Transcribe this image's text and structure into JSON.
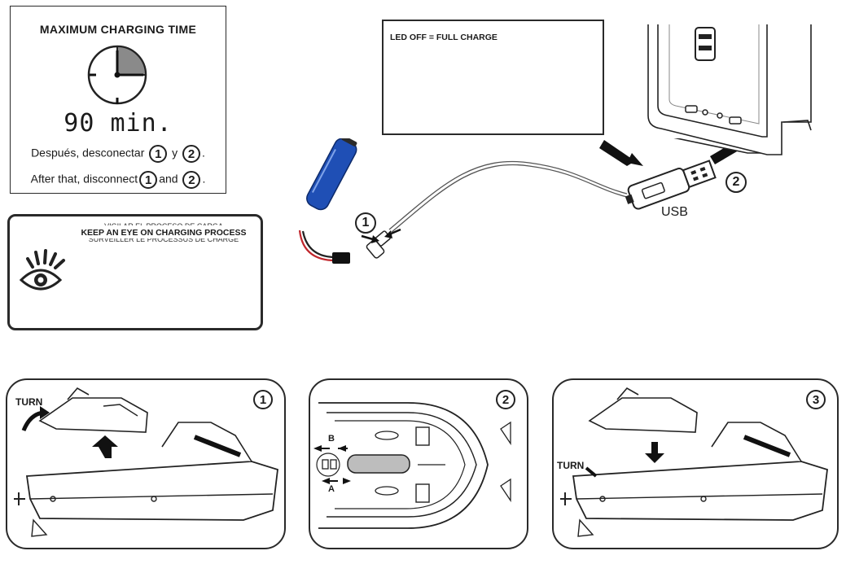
{
  "charging_box": {
    "title": "MAXIMUM CHARGING TIME",
    "time": "90 min.",
    "es_before": "Después, desconectar",
    "es_mid": "y",
    "es_end": ".",
    "en_before": "After that, disconnect",
    "en_mid": "and",
    "en_end": ".",
    "step1": "1",
    "step2": "2"
  },
  "watch_box": {
    "line_top": "VIGILAR EL PROCESO DE CARGA",
    "line_main": "KEEP AN EYE ON CHARGING PROCESS",
    "line_bottom": "SURVEILLER LE PROCESSUS DE CHARGE",
    "icon": "eye-icon"
  },
  "led_box": {
    "label": "LED OFF = FULL CHARGE"
  },
  "charger": {
    "step1": "1",
    "step2": "2",
    "usb_label": "USB"
  },
  "panels": [
    {
      "step": "1",
      "turn_label": "TURN"
    },
    {
      "step": "2",
      "label_b": "B",
      "label_a": "A"
    },
    {
      "step": "3",
      "turn_label": "TURN"
    }
  ],
  "colors": {
    "battery_blue": "#1f4fb5",
    "outline": "#2a2a2a",
    "wire_red": "#c0262c"
  }
}
